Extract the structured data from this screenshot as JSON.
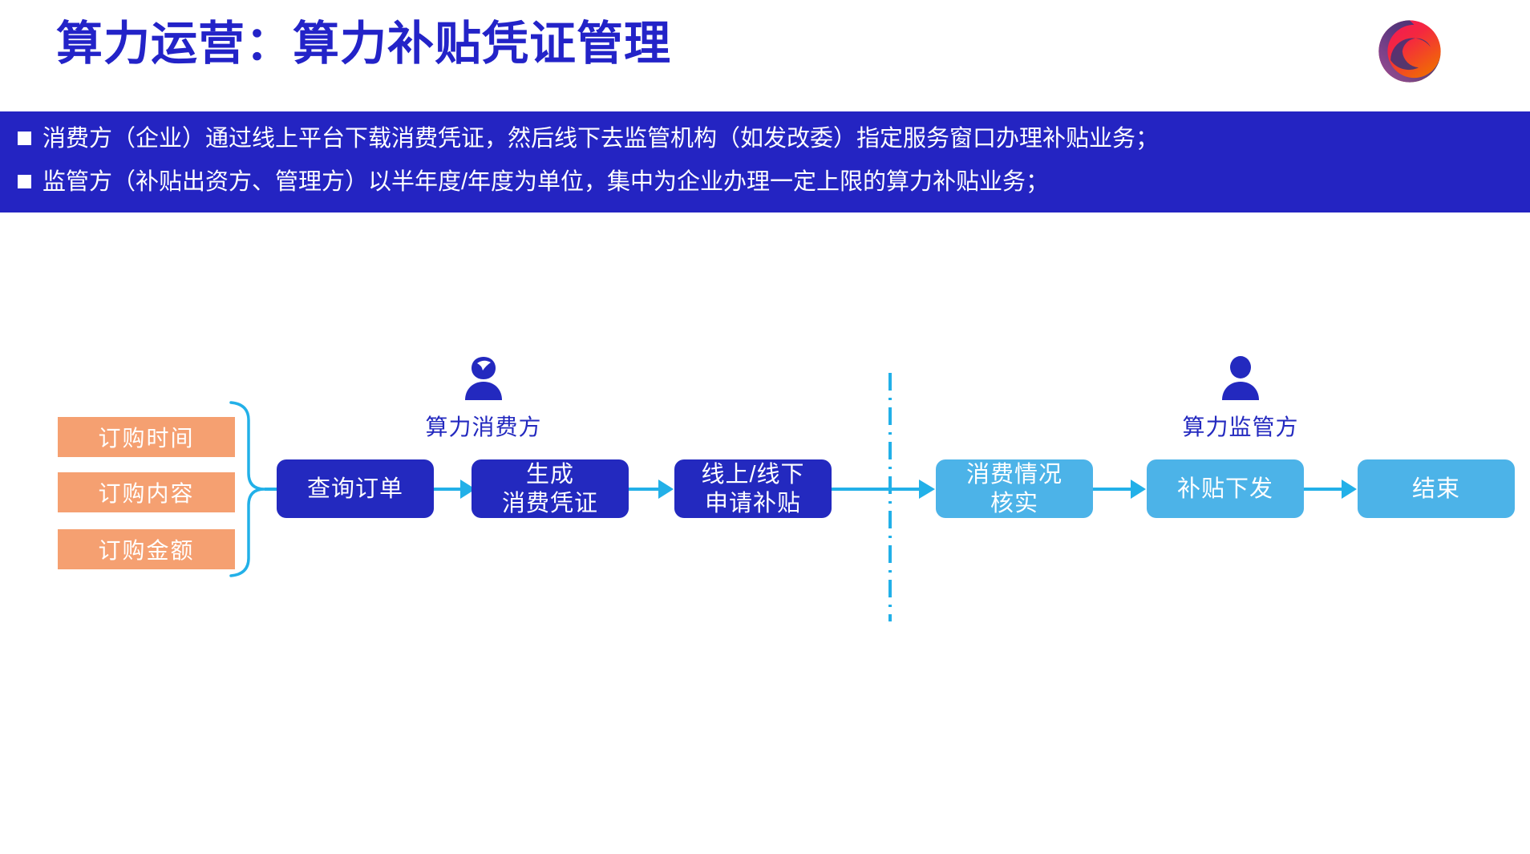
{
  "slide": {
    "title": "算力运营：算力补贴凭证管理",
    "logo_icon": "swirl-circle-logo"
  },
  "banner": {
    "background_color": "#2424c2",
    "bullets": [
      "消费方（企业）通过线上平台下载消费凭证，然后线下去监管机构（如发改委）指定服务窗口办理补贴业务；",
      "监管方（补贴出资方、管理方）以半年度/年度为单位，集中为企业办理一定上限的算力补贴业务；"
    ]
  },
  "diagram": {
    "criteria": {
      "color": "#f5a071",
      "items": [
        "订购时间",
        "订购内容",
        "订购金额"
      ]
    },
    "roles": [
      {
        "label": "算力消费方",
        "icon": "person-with-hair-icon",
        "color": "#2329bf"
      },
      {
        "label": "算力监管方",
        "icon": "person-icon",
        "color": "#2329bf"
      }
    ],
    "steps": [
      {
        "id": "query",
        "label": "查询订单",
        "lines": [
          "查询订单"
        ],
        "color": "#2329bf",
        "group": "consumer"
      },
      {
        "id": "voucher",
        "label": "生成消费凭证",
        "lines": [
          "生成",
          "消费凭证"
        ],
        "color": "#2329bf",
        "group": "consumer"
      },
      {
        "id": "apply",
        "label": "线上/线下申请补贴",
        "lines": [
          "线上/线下",
          "申请补贴"
        ],
        "color": "#2329bf",
        "group": "consumer"
      },
      {
        "id": "verify",
        "label": "消费情况核实",
        "lines": [
          "消费情况",
          "核实"
        ],
        "color": "#4cb3e8",
        "group": "regulator"
      },
      {
        "id": "issue",
        "label": "补贴下发",
        "lines": [
          "补贴下发"
        ],
        "color": "#4cb3e8",
        "group": "regulator"
      },
      {
        "id": "end",
        "label": "结束",
        "lines": [
          "结束"
        ],
        "color": "#4cb3e8",
        "group": "regulator"
      }
    ],
    "connector_color": "#22b0e8",
    "divider": {
      "style": "dash-dot-vertical",
      "color": "#22b0e8"
    }
  }
}
